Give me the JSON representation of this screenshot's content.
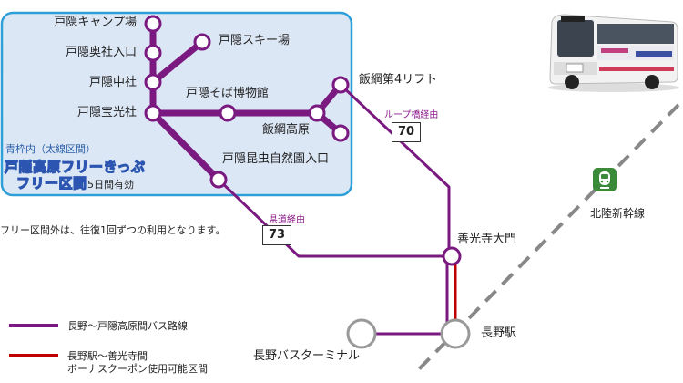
{
  "stops": {
    "togakushi_camp": "戸隠キャンプ場",
    "okusha_iriguchi": "戸隠奥社入口",
    "chusha": "戸隠中社",
    "hokosha": "戸隠宝光社",
    "ski": "戸隠スキー場",
    "soba_museum": "戸隠そば博物館",
    "iizuna_kogen": "飯綱高原",
    "iizuna_lift": "飯綱第4リフト",
    "insect_park": "戸隠昆虫自然園入口",
    "zenkoji": "善光寺大門",
    "nagano_station": "長野駅",
    "bus_terminal": "長野バスターミナル"
  },
  "routes": [
    {
      "number": "70",
      "via": "ループ橋経由"
    },
    {
      "number": "73",
      "via": "県道経由"
    }
  ],
  "free_area": {
    "title": "青枠内（太線区間）",
    "pass_line1": "戸隠高原フリーきっぷ",
    "pass_line2": "フリー区間",
    "validity": "5日間有効"
  },
  "note": "フリー区間外は、往復1回ずつの利用となります。",
  "shinkansen_label": "北陸新幹線",
  "legend": {
    "purple_label": "長野～戸隠高原間バス路線",
    "red_label_line1": "長野駅～善光寺間",
    "red_label_line2": "ボーナスクーポン使用可能区間"
  },
  "colors": {
    "route": "#7a1a80",
    "bonus": "#c00000",
    "free_area_fill": "#dce7f5",
    "free_area_border": "#2f9fd8",
    "railway": "#888888"
  },
  "icons": {
    "shinkansen": "shinkansen-train-icon",
    "bus": "bus-photo"
  }
}
